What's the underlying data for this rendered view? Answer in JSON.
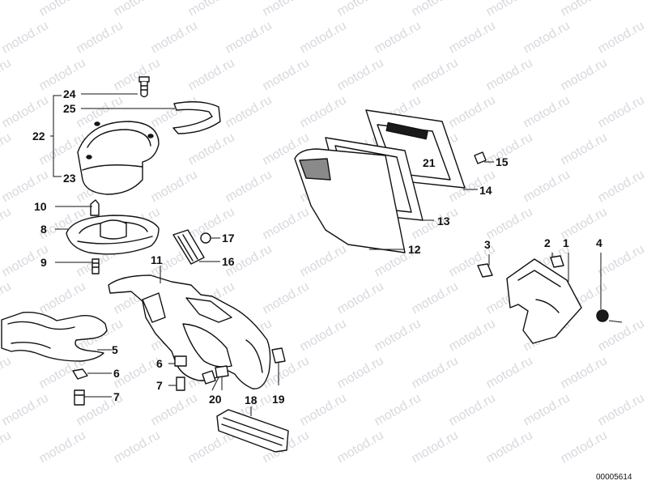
{
  "watermark": {
    "text": "motod.ru"
  },
  "callouts": {
    "c1": "1",
    "c2": "2",
    "c3": "3",
    "c4": "4",
    "c5": "5",
    "c6a": "6",
    "c6b": "6",
    "c7a": "7",
    "c7b": "7",
    "c8": "8",
    "c9": "9",
    "c10": "10",
    "c11": "11",
    "c12": "12",
    "c13": "13",
    "c14": "14",
    "c15": "15",
    "c16": "16",
    "c17": "17",
    "c18": "18",
    "c19": "19",
    "c20": "20",
    "c21": "21",
    "c22": "22",
    "c23": "23",
    "c24": "24",
    "c25": "25"
  },
  "document_number": "00005614"
}
